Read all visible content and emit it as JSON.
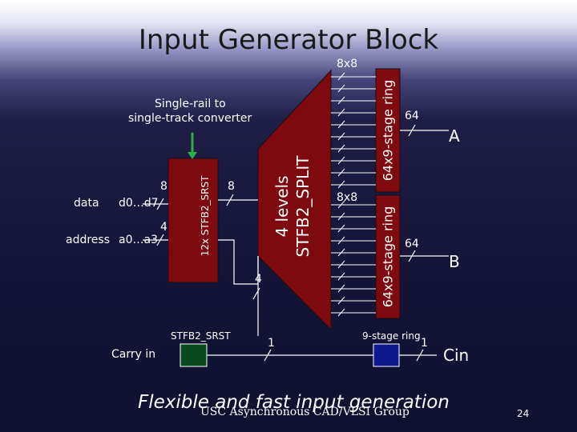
{
  "title": "Input Generator Block",
  "converter_label_1": "Single-rail to",
  "converter_label_2": "single-track converter",
  "data_label": "data",
  "data_bus": "d0…d7",
  "address_label": "address",
  "address_bus": "a0…a3",
  "width_8_in": "8",
  "width_4_in": "4",
  "converter_block": "12x STFB2_SRST",
  "width_8_mid": "8",
  "width_4_mid": "4",
  "split_block_1": "4 levels",
  "split_block_2": "STFB2_SPLIT",
  "top_8x8": "8x8",
  "mid_8x8": "8x8",
  "ring_a": "64x9-stage ring",
  "ring_b": "64x9-stage ring",
  "width_64_a": "64",
  "width_64_b": "64",
  "out_a": "A",
  "out_b": "B",
  "carry_in": "Carry in",
  "srst_label": "STFB2_SRST",
  "width_1_left": "1",
  "ring_9_label": "9-stage ring",
  "width_1_right": "1",
  "cin": "Cin",
  "caption": "Flexible and fast input generation",
  "footer": "USC Asynchronous CAD/VLSI Group",
  "page_number": "24",
  "colors": {
    "block_fill": "#7e0a10",
    "green_box": "#0b4a1e",
    "blue_box": "#0f1a8e",
    "arrow_green": "#2bb34a"
  }
}
